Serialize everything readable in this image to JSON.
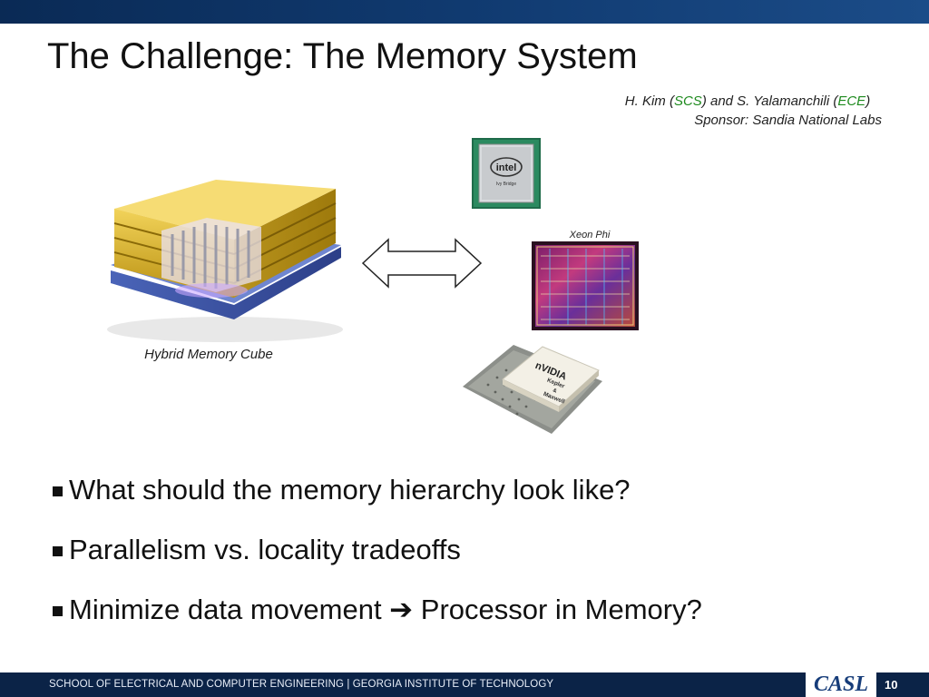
{
  "slide": {
    "title": "The Challenge: The Memory System",
    "credits": {
      "line1_prefix": "H. Kim (",
      "line1_scs": "SCS",
      "line1_mid": ") and S. Yalamanchili (",
      "line1_ece": "ECE",
      "line1_suffix": ")",
      "line2": "Sponsor: Sandia National Labs"
    },
    "hmc_caption": "Hybrid Memory Cube",
    "intel_logo": "intel",
    "intel_sub": "Ivy Bridge",
    "xeon_caption": "Xeon Phi",
    "nvidia_logo": "nVIDIA",
    "nvidia_line1": "Kepler",
    "nvidia_line2": "&",
    "nvidia_line3": "Maxwell",
    "bullets": [
      "What should the memory hierarchy look like?",
      "Parallelism vs. locality tradeoffs",
      "Minimize data movement ➔ Processor in Memory?"
    ]
  },
  "footer": {
    "text": "SCHOOL OF ELECTRICAL AND COMPUTER ENGINEERING | GEORGIA INSTITUTE OF TECHNOLOGY",
    "logo": "CASL",
    "page_number": "10"
  },
  "colors": {
    "header_bar": "#103a70",
    "footer_bar": "#0b2347",
    "credit_highlight": "#1e8a1e"
  }
}
